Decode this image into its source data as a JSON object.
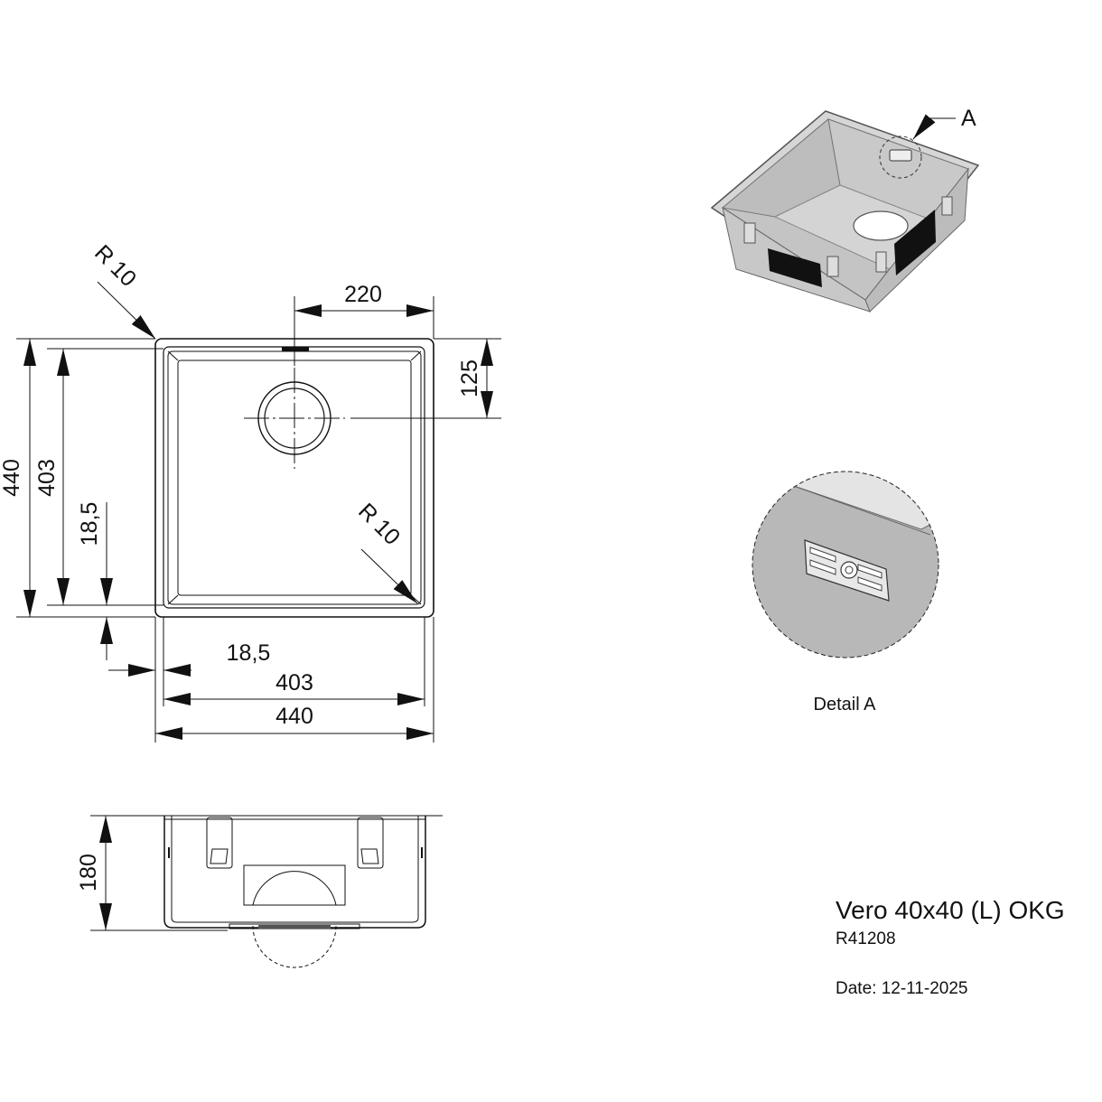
{
  "top_view": {
    "radius_outer": "R 10",
    "radius_inner": "R 10",
    "dim_220": "220",
    "dim_125": "125",
    "dim_440_v": "440",
    "dim_403_v": "403",
    "dim_18_5_v": "18,5",
    "dim_18_5_h": "18,5",
    "dim_403_h": "403",
    "dim_440_h": "440"
  },
  "side_view": {
    "dim_180": "180"
  },
  "iso_view": {
    "callout": "A"
  },
  "detail": {
    "label": "Detail A"
  },
  "title_block": {
    "name": "Vero 40x40 (L) OKG",
    "code": "R41208",
    "date": "Date: 12-11-2025"
  }
}
